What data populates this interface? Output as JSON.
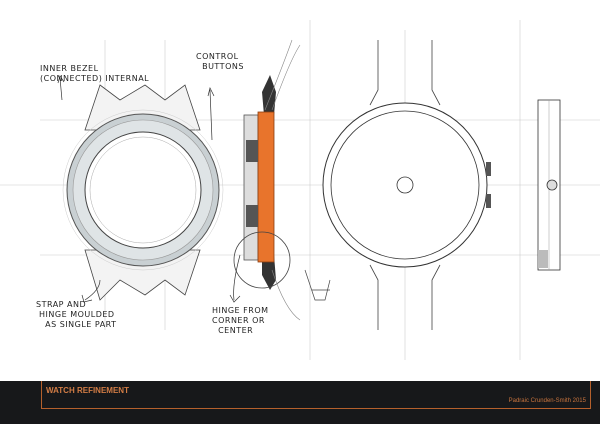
{
  "annotations": {
    "inner_bezel": "INNER BEZEL\n(CONNECTED) INTERNAL",
    "control_buttons": "CONTROL\n  BUTTONS",
    "strap_hinge": "STRAP AND\n HINGE MOULDED\n   AS SINGLE PART",
    "hinge_position": "HINGE FROM\nCORNER OR\n  CENTER"
  },
  "footer": {
    "title": "WATCH REFINEMENT",
    "author": "Padraic Crunden-Smith 2015"
  },
  "colors": {
    "accent": "#e8742c",
    "footer_bg": "#17181a",
    "footer_text": "#d27c45"
  }
}
